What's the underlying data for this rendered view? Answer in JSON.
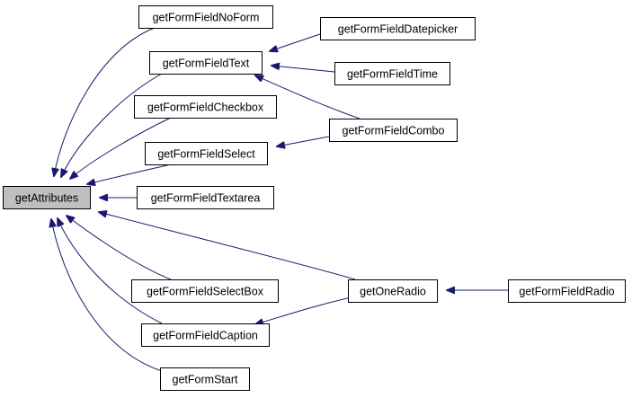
{
  "colors": {
    "edge": "#191970",
    "root_fill": "#bfbfbf",
    "node_fill": "#ffffff",
    "border": "#000000"
  },
  "nodes": [
    {
      "id": "getAttributes",
      "label": "getAttributes",
      "root": true
    },
    {
      "id": "getFormFieldNoForm",
      "label": "getFormFieldNoForm"
    },
    {
      "id": "getFormFieldText",
      "label": "getFormFieldText"
    },
    {
      "id": "getFormFieldCheckbox",
      "label": "getFormFieldCheckbox"
    },
    {
      "id": "getFormFieldSelect",
      "label": "getFormFieldSelect"
    },
    {
      "id": "getFormFieldTextarea",
      "label": "getFormFieldTextarea"
    },
    {
      "id": "getFormFieldSelectBox",
      "label": "getFormFieldSelectBox"
    },
    {
      "id": "getFormFieldCaption",
      "label": "getFormFieldCaption"
    },
    {
      "id": "getFormStart",
      "label": "getFormStart"
    },
    {
      "id": "getFormFieldDatepicker",
      "label": "getFormFieldDatepicker"
    },
    {
      "id": "getFormFieldTime",
      "label": "getFormFieldTime"
    },
    {
      "id": "getFormFieldCombo",
      "label": "getFormFieldCombo"
    },
    {
      "id": "getOneRadio",
      "label": "getOneRadio"
    },
    {
      "id": "getFormFieldRadio",
      "label": "getFormFieldRadio"
    }
  ],
  "edges": [
    {
      "from": "getFormFieldNoForm",
      "to": "getAttributes"
    },
    {
      "from": "getFormFieldText",
      "to": "getAttributes"
    },
    {
      "from": "getFormFieldCheckbox",
      "to": "getAttributes"
    },
    {
      "from": "getFormFieldSelect",
      "to": "getAttributes"
    },
    {
      "from": "getFormFieldTextarea",
      "to": "getAttributes"
    },
    {
      "from": "getFormFieldSelectBox",
      "to": "getAttributes"
    },
    {
      "from": "getFormFieldCaption",
      "to": "getAttributes"
    },
    {
      "from": "getFormStart",
      "to": "getAttributes"
    },
    {
      "from": "getOneRadio",
      "to": "getAttributes"
    },
    {
      "from": "getFormFieldDatepicker",
      "to": "getFormFieldText"
    },
    {
      "from": "getFormFieldTime",
      "to": "getFormFieldText"
    },
    {
      "from": "getFormFieldCombo",
      "to": "getFormFieldText"
    },
    {
      "from": "getFormFieldCombo",
      "to": "getFormFieldSelect"
    },
    {
      "from": "getOneRadio",
      "to": "getFormFieldCaption"
    },
    {
      "from": "getFormFieldRadio",
      "to": "getOneRadio"
    }
  ]
}
